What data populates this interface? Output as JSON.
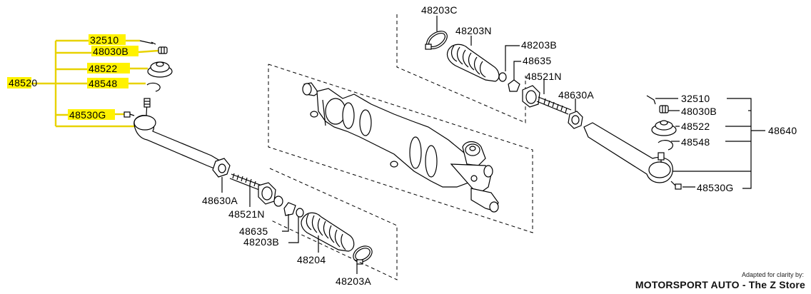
{
  "labels": {
    "left_group": "48520",
    "l_32510": "32510",
    "l_48030B": "48030B",
    "l_48522": "48522",
    "l_48548": "48548",
    "l_48530G": "48530G",
    "l_48630A": "48630A",
    "l_48521N": "48521N",
    "l_48635": "48635",
    "l_48203B": "48203B",
    "l_48204": "48204",
    "l_48203A": "48203A",
    "t_48203C": "48203C",
    "t_48203N": "48203N",
    "t_48203B": "48203B",
    "t_48635": "48635",
    "t_48521N": "48521N",
    "t_48630A": "48630A",
    "right_group": "48640",
    "r_32510": "32510",
    "r_48030B": "48030B",
    "r_48522": "48522",
    "r_48548": "48548",
    "r_48530G": "48530G"
  },
  "credit": {
    "small": "Adapted for clarity by:",
    "big": "MOTORSPORT AUTO - The Z Store"
  },
  "colors": {
    "highlight": "#fff200",
    "highlight_line": "#e8d200",
    "line": "#000000"
  }
}
